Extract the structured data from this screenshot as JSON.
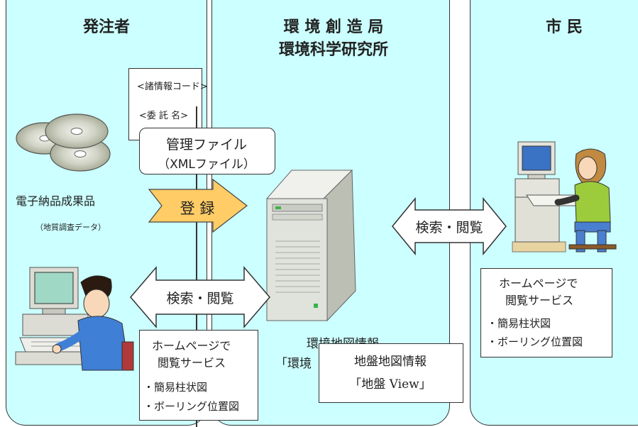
{
  "panels": {
    "left": {
      "title": "発注者"
    },
    "center": {
      "title_line1": "環 境 創 造 局",
      "title_line2": "環境科学研究所"
    },
    "right": {
      "title": "市 民"
    }
  },
  "document_card": {
    "line1": "<諸情報コード>",
    "line2": "<委 託 名>"
  },
  "mgmt_file": {
    "line1": "管理ファイル",
    "line2": "（XMLファイル）"
  },
  "deliverable": {
    "label": "電子納品成果品",
    "sublabel": "（地質調査データ）"
  },
  "arrows": {
    "register": "登 録",
    "search_left": "検索・閲覧",
    "search_right": "検索・閲覧"
  },
  "left_service": {
    "line1": "ホームページで",
    "line2": "閲覧サービス",
    "item1": "・簡易柱状図",
    "item2": "・ボーリング位置図"
  },
  "right_service": {
    "line1": "ホームページで",
    "line2": "閲覧サービス",
    "item1": "・簡易柱状図",
    "item2": "・ボーリング位置図"
  },
  "center_caption": {
    "partial1": "環境地図情報",
    "partial2": "「環境"
  },
  "overlay": {
    "line1": "地盤地図情報",
    "line2": "「地盤 View」"
  },
  "colors": {
    "panel": "#ccffff",
    "register_arrow": "#ffcc66",
    "server": "#e0e2dc"
  }
}
